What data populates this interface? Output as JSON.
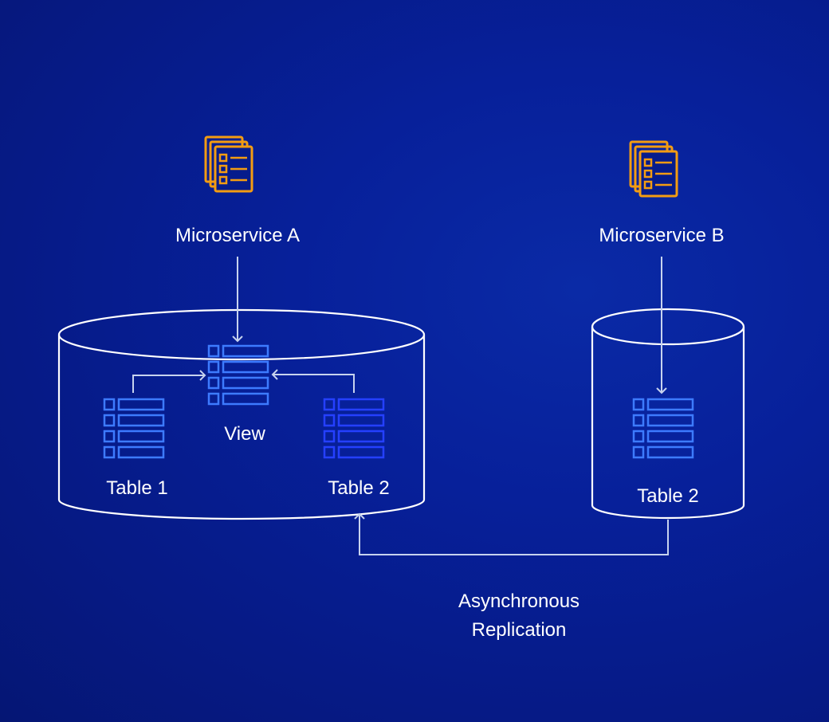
{
  "diagram": {
    "colors": {
      "background": "#061c8c",
      "outline": "#ffffff",
      "arrow": "#c7d3ee",
      "service_icon": "#f39c12",
      "table_icon": "#3d7bff",
      "table_icon_highlight": "#2540ff"
    },
    "microservice_a": {
      "label": "Microservice A",
      "icon": "document-stack-icon"
    },
    "microservice_b": {
      "label": "Microservice B",
      "icon": "document-stack-icon"
    },
    "database_a": {
      "view_label": "View",
      "table1_label": "Table 1",
      "table2_label": "Table 2"
    },
    "database_b": {
      "table2_label": "Table 2"
    },
    "replication": {
      "line1": "Asynchronous",
      "line2": "Replication"
    }
  }
}
